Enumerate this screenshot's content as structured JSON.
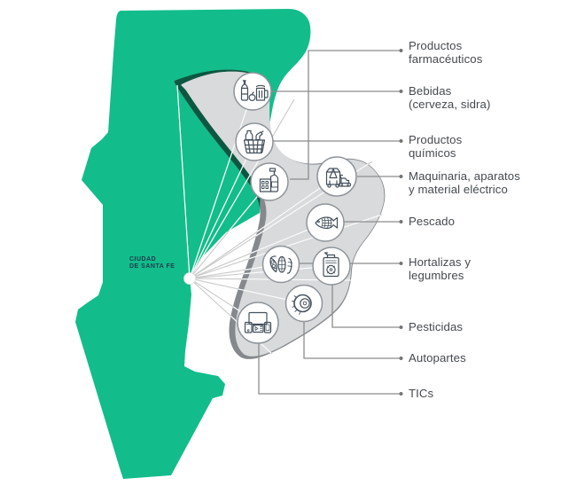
{
  "map": {
    "region_label": {
      "line1": "CIUDAD",
      "line2": "DE SANTA FE"
    }
  },
  "colors": {
    "map_green": "#12bd8b",
    "map_shadow_teal": "#0c5741",
    "blob_gray": "#d9dadc",
    "blob_edge_gray": "#85898d",
    "connector_gray": "#8c8c8c",
    "fan_line_gray": "#c9c9c9",
    "fan_line_white": "#ffffff",
    "circle_stroke": "#8e949a",
    "icon_stroke": "#44505c",
    "label_text": "#45494e",
    "city_text": "#1d3b4c"
  },
  "products": [
    {
      "id": "farmaceuticos",
      "icon": "pharma-building-bottle-icon",
      "label_lines": [
        "Productos",
        "farmacéuticos"
      ]
    },
    {
      "id": "bebidas",
      "icon": "bottles-mug-icon",
      "label_lines": [
        "Bebidas",
        "(cerveza, sidra)"
      ]
    },
    {
      "id": "quimicos",
      "icon": "basket-spray-icon",
      "label_lines": [
        "Productos",
        "químicos"
      ]
    },
    {
      "id": "maquinaria",
      "icon": "machinery-icon",
      "label_lines": [
        "Maquinaria, aparatos",
        "y material eléctrico"
      ]
    },
    {
      "id": "pescado",
      "icon": "fish-icon",
      "label_lines": [
        "Pescado"
      ]
    },
    {
      "id": "hortalizas",
      "icon": "vegetables-icon",
      "label_lines": [
        "Hortalizas y",
        "legumbres"
      ]
    },
    {
      "id": "pesticidas",
      "icon": "pesticide-can-icon",
      "label_lines": [
        "Pesticidas"
      ]
    },
    {
      "id": "autopartes",
      "icon": "tire-icon",
      "label_lines": [
        "Autopartes"
      ]
    },
    {
      "id": "tics",
      "icon": "devices-icon",
      "label_lines": [
        "TICs"
      ]
    }
  ]
}
